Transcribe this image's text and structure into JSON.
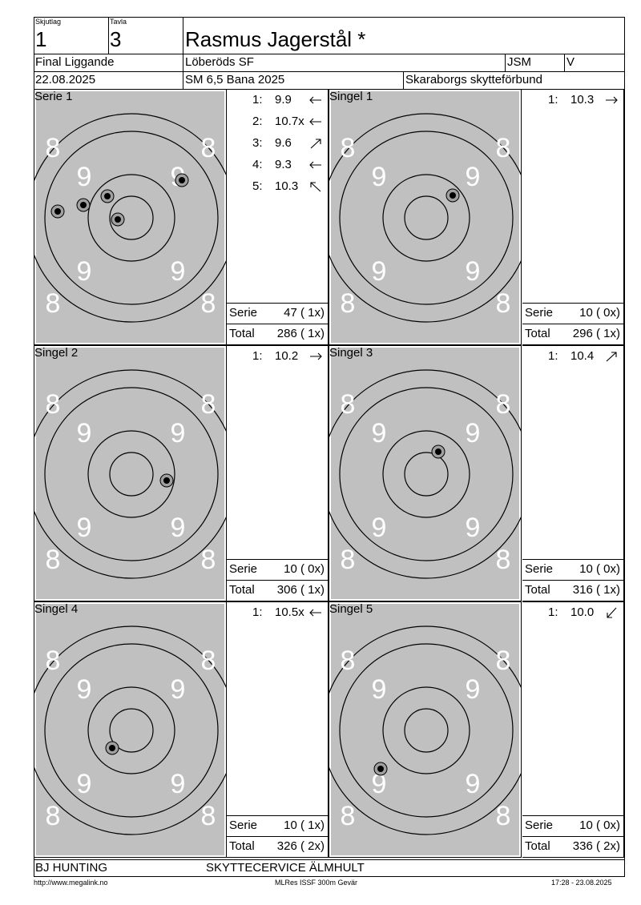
{
  "header": {
    "skjutlag_label": "Skjutlag",
    "skjutlag_value": "1",
    "tavla_label": "Tavla",
    "tavla_value": "3",
    "name": "Rasmus Jagerstål *",
    "event": "Final Liggande",
    "club": "Löberöds SF",
    "class": "JSM",
    "category": "V",
    "date": "22.08.2025",
    "competition": "SM 6,5 Bana 2025",
    "federation": "Skaraborgs skytteförbund"
  },
  "labels": {
    "serie": "Serie",
    "total": "Total"
  },
  "ring_numbers": {
    "eight": "8",
    "nine": "9"
  },
  "panels": [
    {
      "title": "Serie 1",
      "shots": [
        {
          "n": "1:",
          "value": "9.9",
          "dir": "left"
        },
        {
          "n": "2:",
          "value": "10.7x",
          "dir": "left"
        },
        {
          "n": "3:",
          "value": "9.6",
          "dir": "up-right"
        },
        {
          "n": "4:",
          "value": "9.3",
          "dir": "left"
        },
        {
          "n": "5:",
          "value": "10.3",
          "dir": "up-left"
        }
      ],
      "serie": "47 ( 1x)",
      "total": "286 ( 1x)"
    },
    {
      "title": "Singel 1",
      "shots": [
        {
          "n": "1:",
          "value": "10.3",
          "dir": "right"
        }
      ],
      "serie": "10 ( 0x)",
      "total": "296 ( 1x)"
    },
    {
      "title": "Singel 2",
      "shots": [
        {
          "n": "1:",
          "value": "10.2",
          "dir": "right"
        }
      ],
      "serie": "10 ( 0x)",
      "total": "306 ( 1x)"
    },
    {
      "title": "Singel 3",
      "shots": [
        {
          "n": "1:",
          "value": "10.4",
          "dir": "up-right"
        }
      ],
      "serie": "10 ( 0x)",
      "total": "316 ( 1x)"
    },
    {
      "title": "Singel 4",
      "shots": [
        {
          "n": "1:",
          "value": "10.5x",
          "dir": "left"
        }
      ],
      "serie": "10 ( 1x)",
      "total": "326 ( 2x)"
    },
    {
      "title": "Singel 5",
      "shots": [
        {
          "n": "1:",
          "value": "10.0",
          "dir": "down-left"
        }
      ],
      "serie": "10 ( 0x)",
      "total": "336 ( 2x)"
    }
  ],
  "footer": {
    "sponsor1": "BJ HUNTING",
    "sponsor2": "SKYTTECERVICE ÄLMHULT",
    "url": "http://www.megalink.no",
    "software": "MLRes ISSF 300m Gevär",
    "timestamp": "17:28 - 23.08.2025"
  }
}
